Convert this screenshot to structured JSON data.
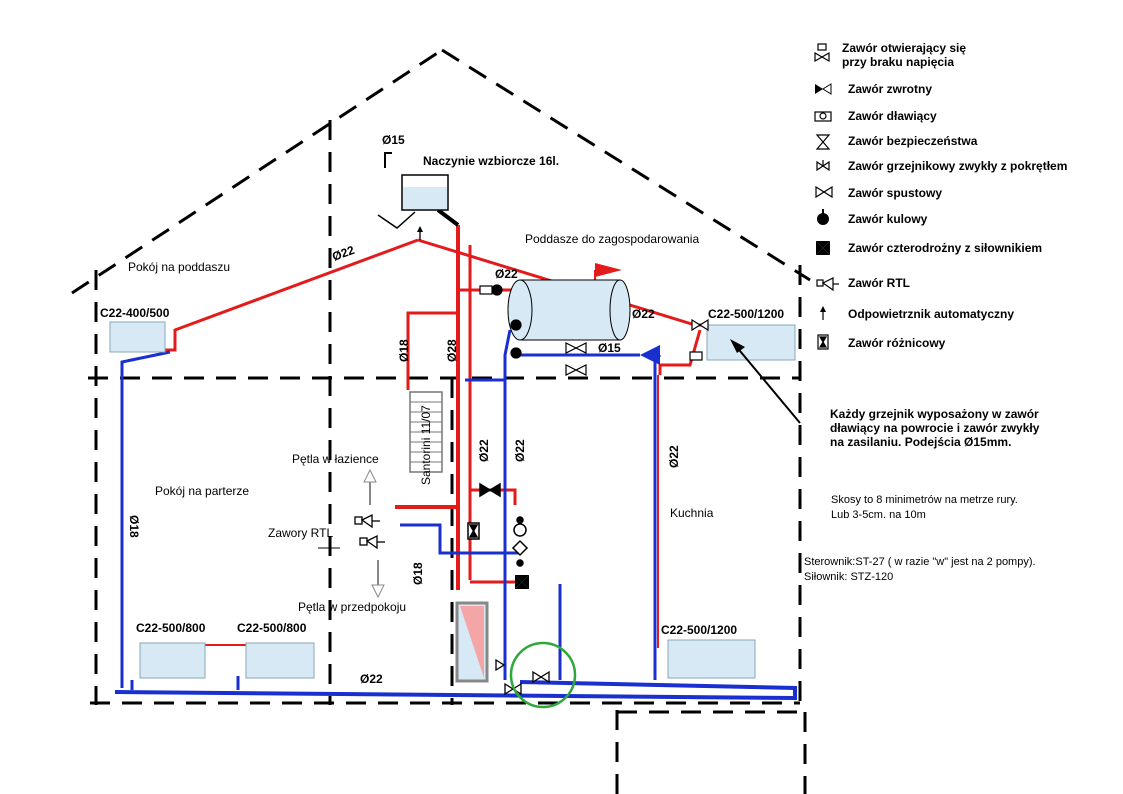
{
  "colors": {
    "supply": "#e31b1b",
    "return": "#1a2fcf",
    "radiator": "#d6e9f4",
    "circle": "#2ea83a",
    "heater": "#f4a6a6"
  },
  "rooms": {
    "attic_room": "Pokój na poddaszu",
    "attic_unused": "Poddasze do zagospodarowania",
    "ground_room": "Pokój na parterze",
    "kitchen": "Kuchnia"
  },
  "equipment": {
    "expansion_tank": "Naczynie wzbiorcze 16l.",
    "towel_rail": "Santorini 11/07",
    "bathroom_loop": "Pętla w łazience",
    "rtl_valves": "Zawory RTL",
    "hall_loop": "Pętla w przedpokoju"
  },
  "radiators": {
    "attic_left": "C22-400/500",
    "attic_right": "C22-500/1200",
    "ground_left_1": "C22-500/800",
    "ground_left_2": "C22-500/800",
    "kitchen": "C22-500/1200"
  },
  "pipe_sizes": {
    "tank_top": "Ø15",
    "attic_main": "Ø22",
    "boiler_top": "Ø22",
    "boiler_right": "Ø22",
    "boiler_return": "Ø15",
    "riser_18a": "Ø18",
    "riser_28": "Ø28",
    "riser_22_red": "Ø22",
    "riser_22_blue": "Ø22",
    "kitchen_riser": "Ø22",
    "left_riser": "Ø18",
    "riser_18b": "Ø18",
    "bottom_main": "Ø22"
  },
  "legend": [
    {
      "icon": "fail-open-valve-icon",
      "text": "Zawór otwierający się",
      "text2": "przy braku napięcia"
    },
    {
      "icon": "check-valve-icon",
      "text": "Zawór zwrotny"
    },
    {
      "icon": "throttle-valve-icon",
      "text": "Zawór dławiący"
    },
    {
      "icon": "safety-valve-icon",
      "text": "Zawór bezpieczeństwa"
    },
    {
      "icon": "radiator-valve-icon",
      "text": "Zawór grzejnikowy zwykły z pokrętłem"
    },
    {
      "icon": "drain-valve-icon",
      "text": "Zawór spustowy"
    },
    {
      "icon": "ball-valve-icon",
      "text": "Zawór kulowy"
    },
    {
      "icon": "four-way-valve-icon",
      "text": "Zawór czterodrożny z siłownikiem"
    },
    {
      "icon": "rtl-valve-icon",
      "text": "Zawór RTL"
    },
    {
      "icon": "air-vent-icon",
      "text": "Odpowietrznik automatyczny"
    },
    {
      "icon": "differential-valve-icon",
      "text": "Zawór różnicowy"
    }
  ],
  "notes": {
    "radiator_note_1": "Każdy grzejnik wyposażony w zawór",
    "radiator_note_2": "dławiący na powrocie i zawór zwykły",
    "radiator_note_3": "na zasilaniu. Podejścia Ø15mm.",
    "slope_1": "Skosy to  8 minimetrów na metrze rury.",
    "slope_2": " Lub 3-5cm. na 10m",
    "controller_1": "Sterownik:ST-27 ( w razie \"w\" jest na 2 pompy).",
    "controller_2": "Siłownik: STZ-120"
  }
}
